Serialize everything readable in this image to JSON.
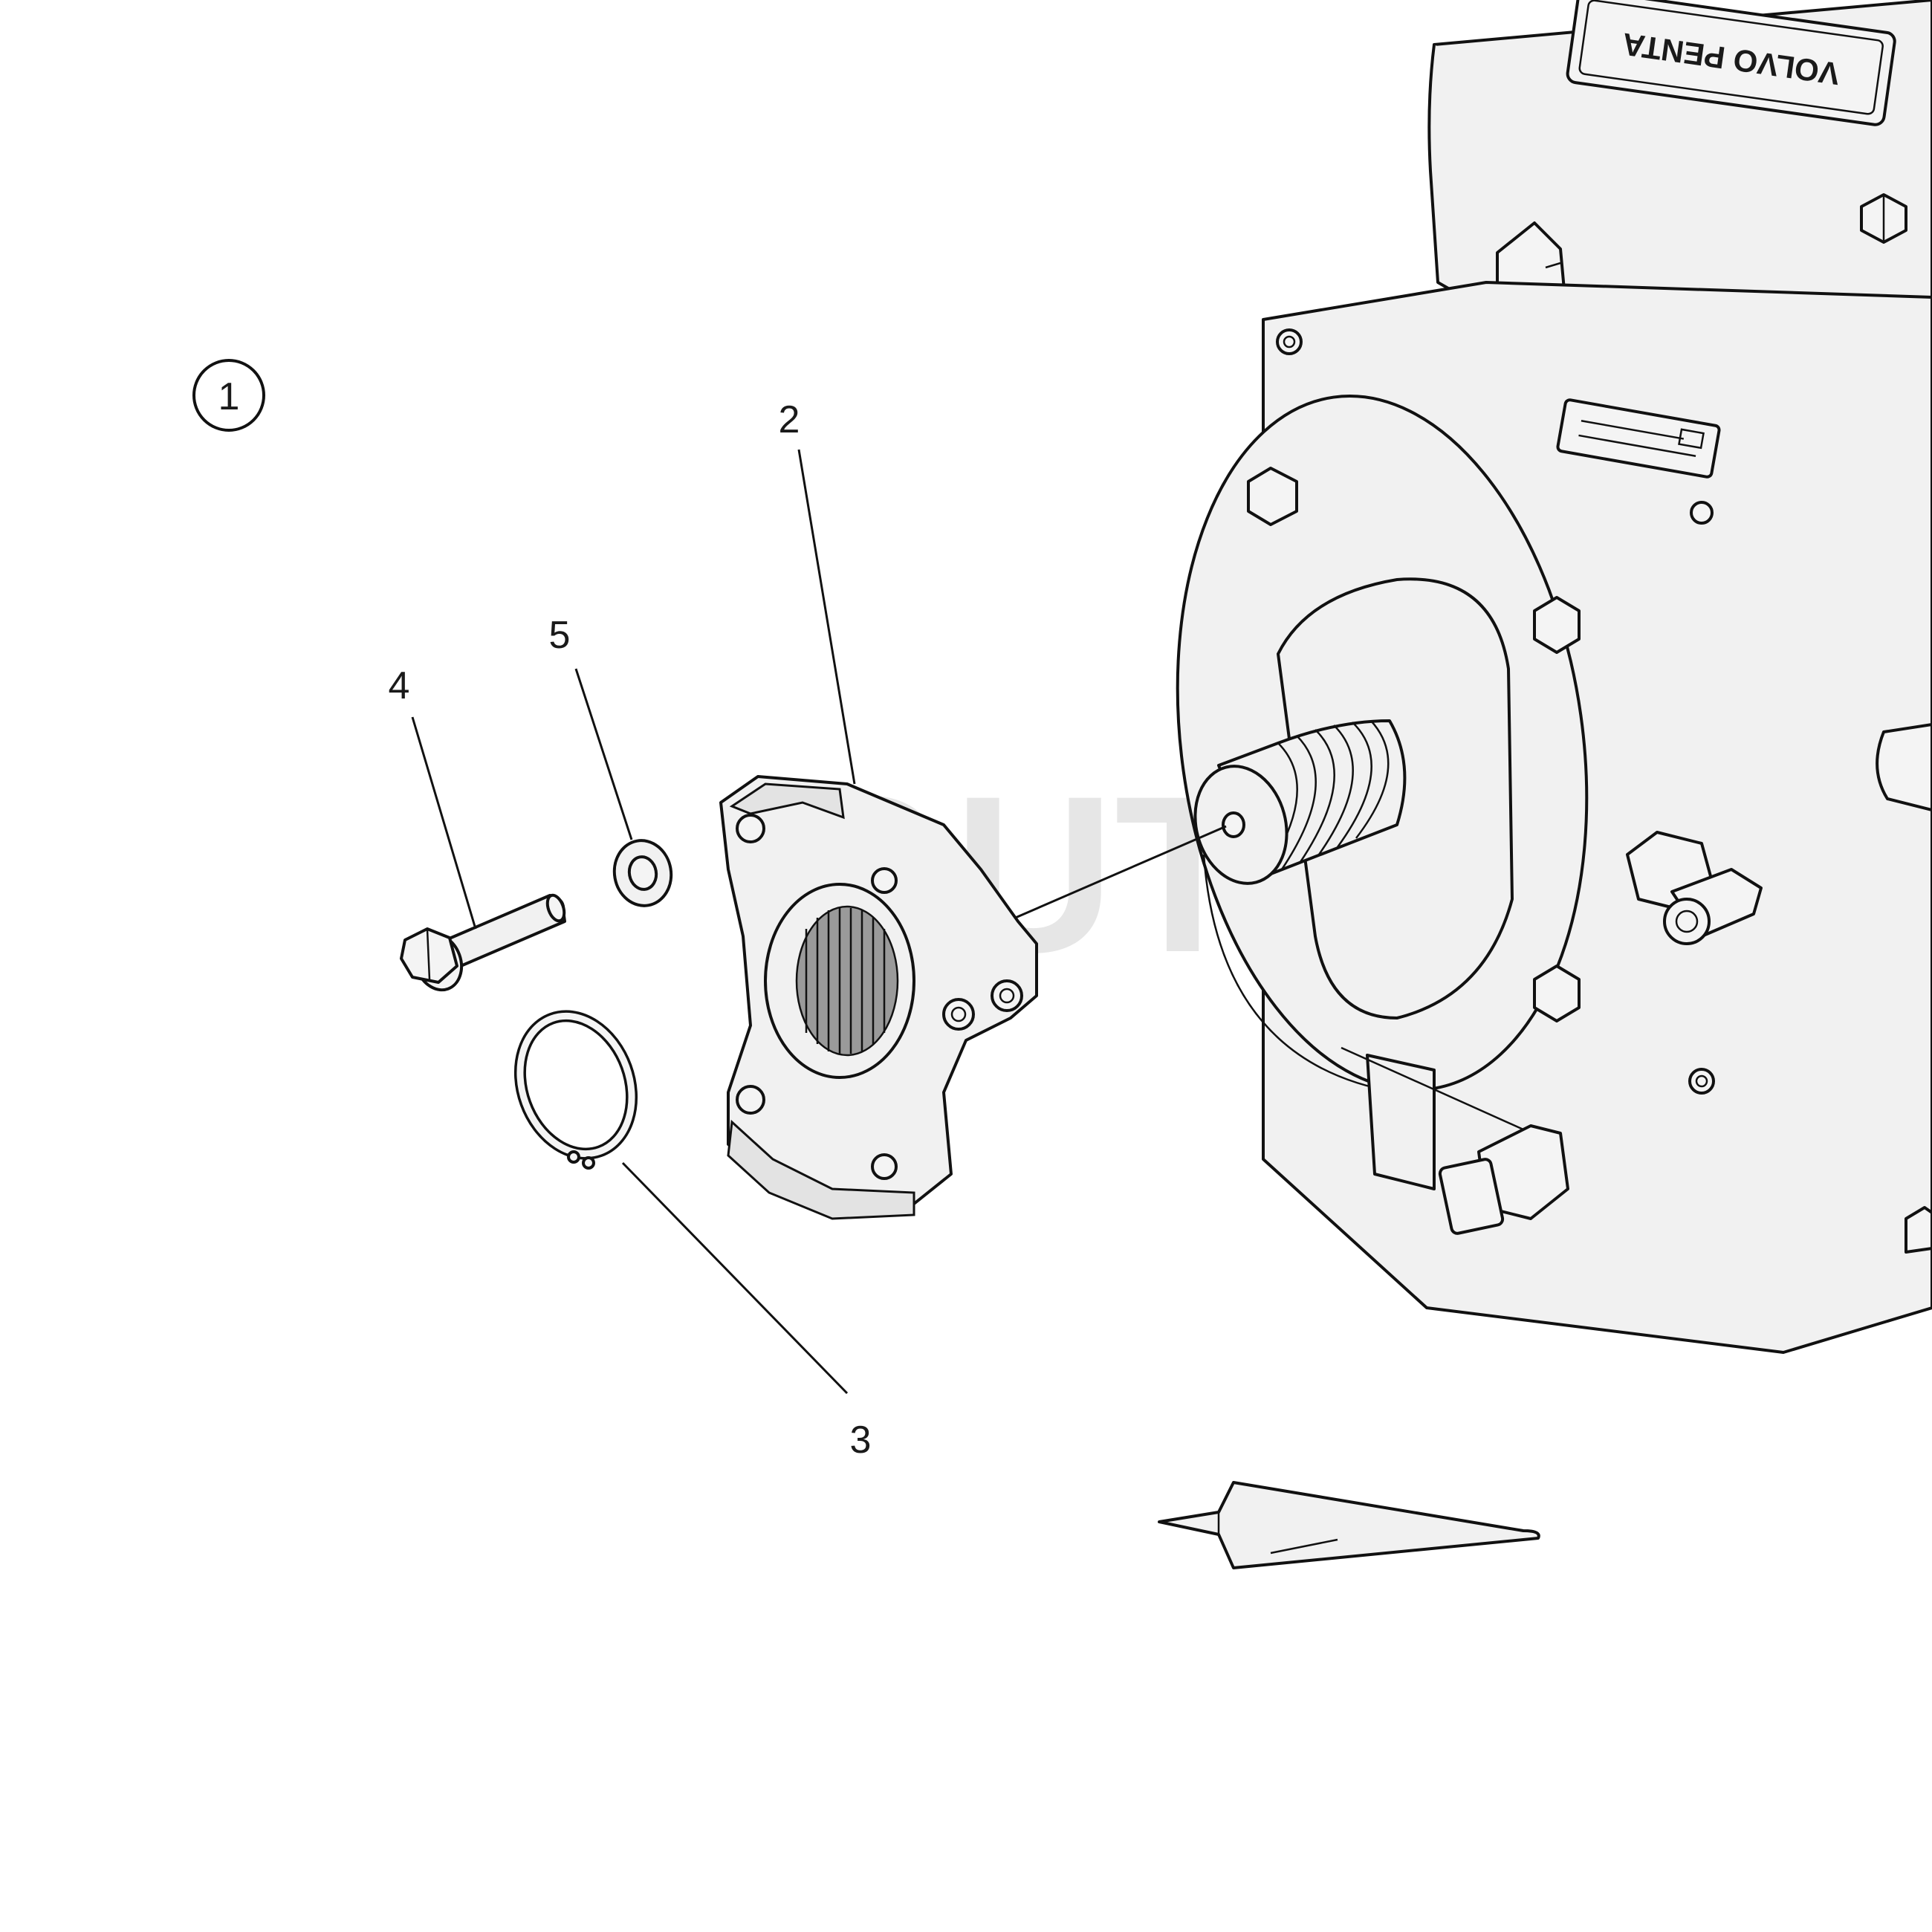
{
  "figure": {
    "view_callout": "1",
    "parts": [
      {
        "id": "part-2",
        "label": "2"
      },
      {
        "id": "part-3",
        "label": "3"
      },
      {
        "id": "part-4",
        "label": "4"
      },
      {
        "id": "part-5",
        "label": "5"
      }
    ],
    "nameplate_text": "VOLVO PENTA",
    "watermark_text": "OUTA"
  },
  "colors": {
    "line": "#111111",
    "part_fill": "#f4f4f4",
    "watermark": "#d2d2d2"
  }
}
